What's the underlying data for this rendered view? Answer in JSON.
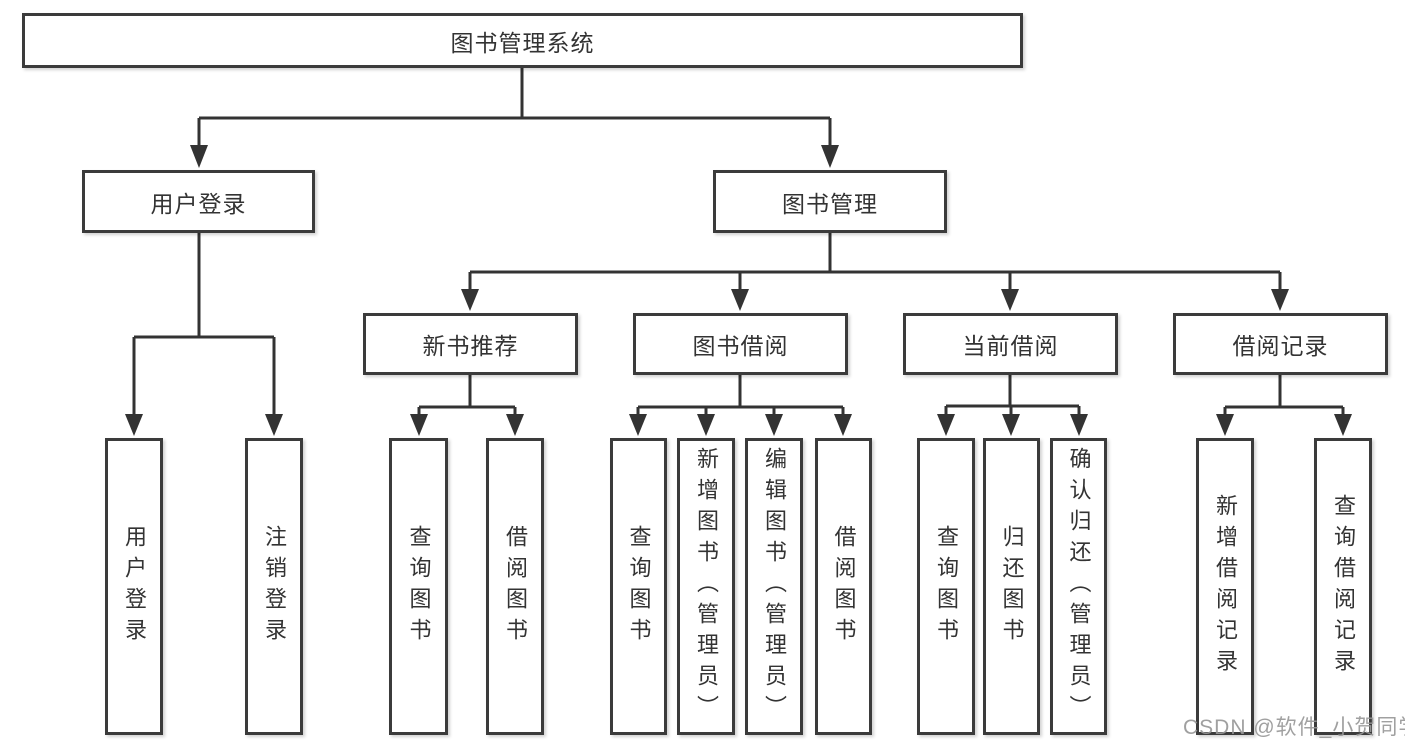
{
  "diagram": {
    "root": "图书管理系统",
    "user_login": {
      "label": "用户登录",
      "children": [
        "用户登录",
        "注销登录"
      ]
    },
    "book_mgmt": {
      "label": "图书管理",
      "children": [
        {
          "label": "新书推荐",
          "children": [
            "查询图书",
            "借阅图书"
          ]
        },
        {
          "label": "图书借阅",
          "children": [
            "查询图书",
            "新增图书（管理员）",
            "编辑图书（管理员）",
            "借阅图书"
          ]
        },
        {
          "label": "当前借阅",
          "children": [
            "查询图书",
            "归还图书",
            "确认归还（管理员）"
          ]
        },
        {
          "label": "借阅记录",
          "children": [
            "新增借阅记录",
            "查询借阅记录"
          ]
        }
      ]
    },
    "watermark": "CSDN @软件_小贺同学",
    "line_color": "#333333"
  }
}
